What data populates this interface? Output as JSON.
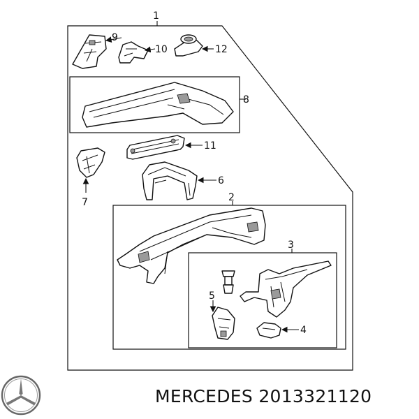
{
  "callouts": {
    "c1": "1",
    "c2": "2",
    "c3": "3",
    "c4": "4",
    "c5": "5",
    "c6": "6",
    "c7": "7",
    "c8": "8",
    "c9": "9",
    "c10": "10",
    "c11": "11",
    "c12": "12"
  },
  "footer": {
    "brand": "MERCEDES",
    "part_number": "2013321120"
  },
  "logo": {
    "icon": "mercedes-star-icon"
  }
}
